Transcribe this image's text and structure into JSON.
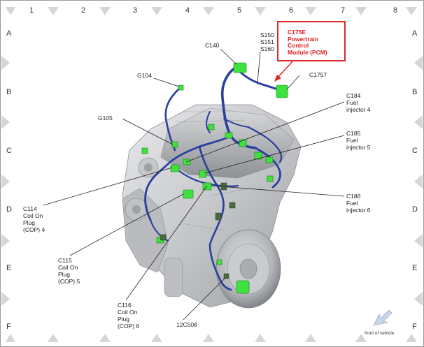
{
  "grid": {
    "columns": [
      "1",
      "2",
      "3",
      "4",
      "5",
      "6",
      "7",
      "8"
    ],
    "rows": [
      "A",
      "B",
      "C",
      "D",
      "E",
      "F"
    ]
  },
  "callouts": {
    "c140": "C140",
    "s150": "S150",
    "s151": "S151",
    "s160": "S160",
    "c175t": "C175T",
    "g104": "G104",
    "g105": "G105",
    "c184": [
      "C184",
      "Fuel",
      "injector 4"
    ],
    "c185": [
      "C185",
      "Fuel",
      "injector 5"
    ],
    "c186": [
      "C186",
      "Fuel",
      "injector 6"
    ],
    "c114": [
      "C114",
      "Coil On",
      "Plug",
      "(COP) 4"
    ],
    "c115": [
      "C115",
      "Coil On",
      "Plug",
      "(COP) 5"
    ],
    "c116": [
      "C116",
      "Coil On",
      "Plug",
      "(COP) 6"
    ],
    "c12c508": "12C508"
  },
  "highlight": {
    "lines": [
      "C175E",
      "Powertrain",
      "Control",
      "Module (PCM)"
    ],
    "color": "#e02020"
  },
  "orientation": {
    "label": "front of vehicle",
    "icon": "arrow-down-left-icon"
  },
  "colors": {
    "harness": "#2a3f9e",
    "connector": "#3ee23e",
    "engine": "#c9cbce",
    "leader": "#222222"
  }
}
